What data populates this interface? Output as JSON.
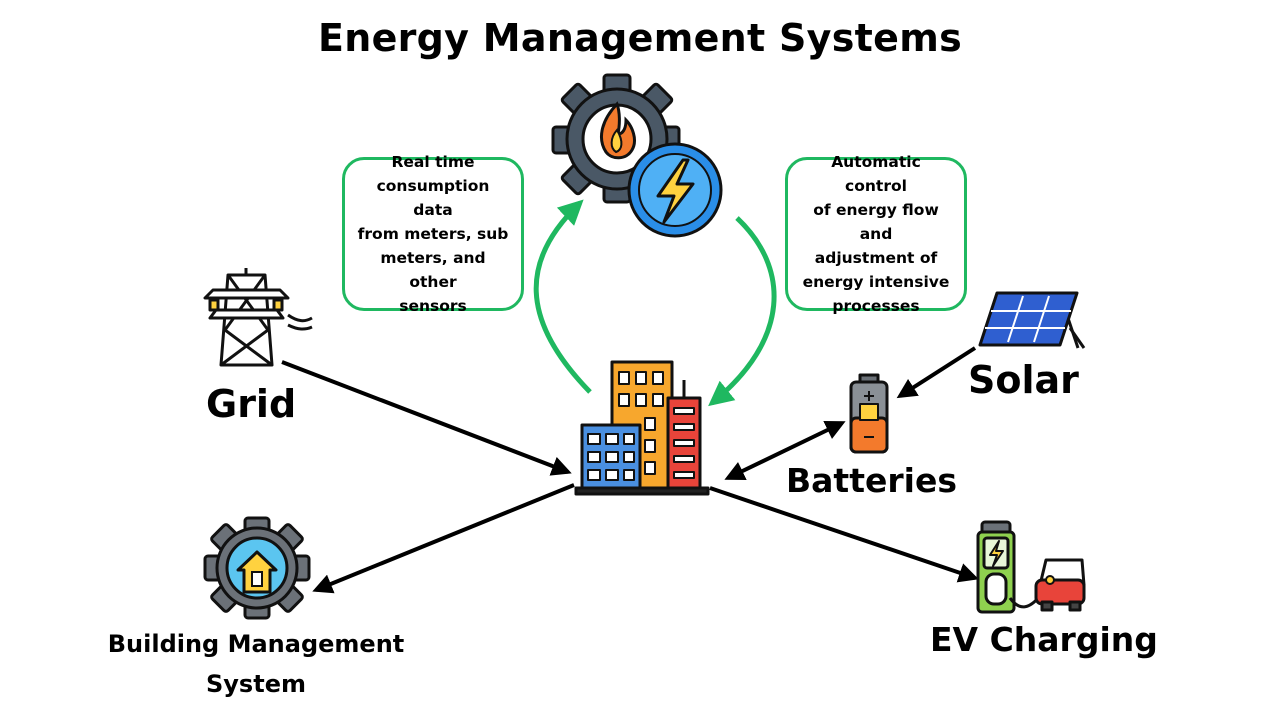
{
  "title": "Energy Management Systems",
  "callouts": {
    "left": "Real time\nconsumption data\nfrom meters, sub\nmeters, and other\nsensors",
    "right": "Automatic control\nof energy flow and\nadjustment of\nenergy intensive\nprocesses"
  },
  "nodes": {
    "grid": "Grid",
    "solar": "Solar",
    "batteries": "Batteries",
    "bms": "Building Management\nSystem",
    "ev": "EV Charging"
  },
  "colors": {
    "accent_green": "#1fb860",
    "arrow_black": "#000000",
    "flame_orange": "#f37a2c",
    "bolt_blue": "#2a8ee8"
  },
  "icons": [
    "gear-fire-bolt-icon",
    "transmission-tower-icon",
    "city-buildings-icon",
    "solar-panel-icon",
    "battery-icon",
    "gear-house-icon",
    "ev-charger-car-icon"
  ]
}
